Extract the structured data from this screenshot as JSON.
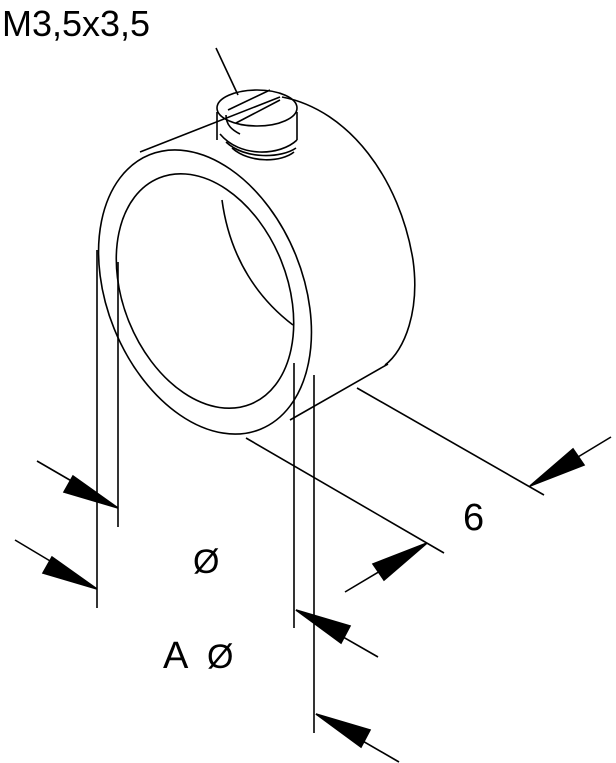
{
  "labels": {
    "screw": "M3,5x3,5",
    "width": "6",
    "inner_diameter": "Ø",
    "outer_diameter_prefix": "A",
    "outer_diameter_symbol": "Ø"
  },
  "colors": {
    "line": "#000000",
    "background": "#ffffff"
  }
}
